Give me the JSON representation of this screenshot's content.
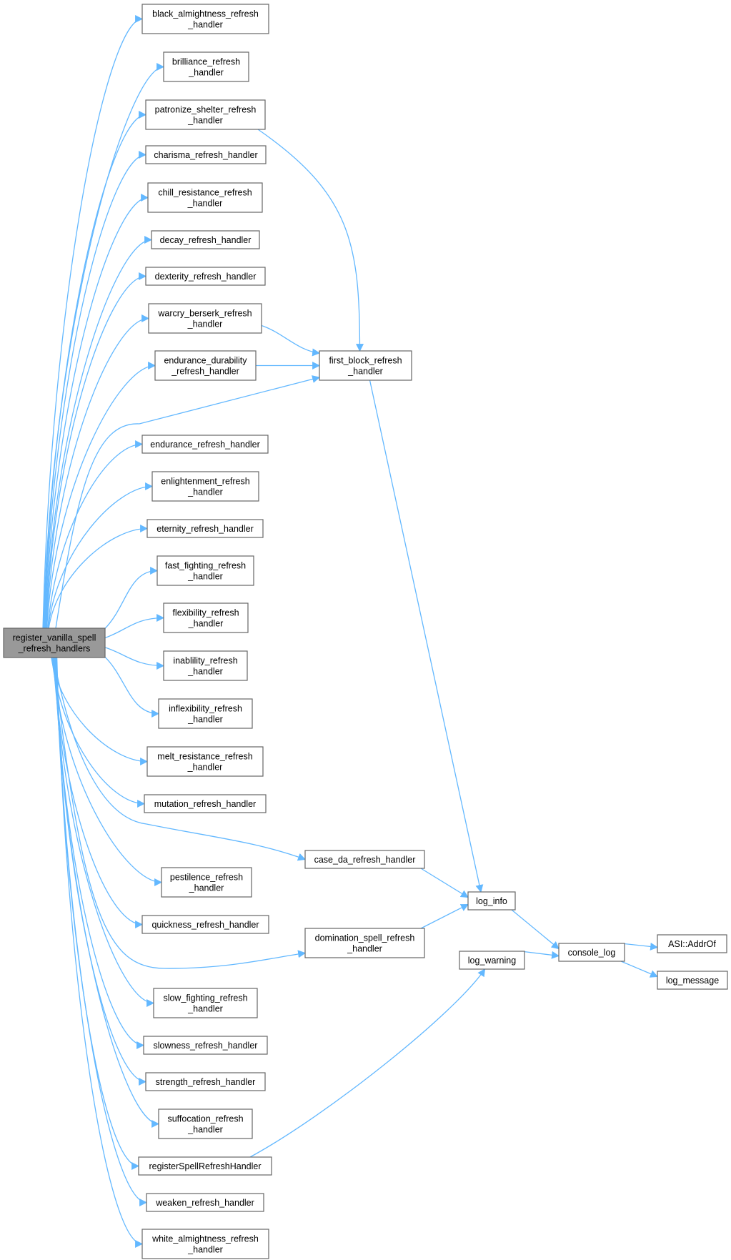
{
  "diagram": {
    "nodes": [
      {
        "id": "root",
        "lines": [
          "register_vanilla_spell",
          "_refresh_handlers"
        ]
      },
      {
        "id": "black",
        "lines": [
          "black_almightness_refresh",
          "_handler"
        ]
      },
      {
        "id": "brill",
        "lines": [
          "brilliance_refresh",
          "_handler"
        ]
      },
      {
        "id": "patron",
        "lines": [
          "patronize_shelter_refresh",
          "_handler"
        ]
      },
      {
        "id": "charisma",
        "lines": [
          "charisma_refresh_handler"
        ]
      },
      {
        "id": "chill",
        "lines": [
          "chill_resistance_refresh",
          "_handler"
        ]
      },
      {
        "id": "decay",
        "lines": [
          "decay_refresh_handler"
        ]
      },
      {
        "id": "dext",
        "lines": [
          "dexterity_refresh_handler"
        ]
      },
      {
        "id": "warcry",
        "lines": [
          "warcry_berserk_refresh",
          "_handler"
        ]
      },
      {
        "id": "endur_dur",
        "lines": [
          "endurance_durability",
          "_refresh_handler"
        ]
      },
      {
        "id": "first",
        "lines": [
          "first_block_refresh",
          "_handler"
        ]
      },
      {
        "id": "endur",
        "lines": [
          "endurance_refresh_handler"
        ]
      },
      {
        "id": "enlight",
        "lines": [
          "enlightenment_refresh",
          "_handler"
        ]
      },
      {
        "id": "eternity",
        "lines": [
          "eternity_refresh_handler"
        ]
      },
      {
        "id": "fastf",
        "lines": [
          "fast_fighting_refresh",
          "_handler"
        ]
      },
      {
        "id": "flex",
        "lines": [
          "flexibility_refresh",
          "_handler"
        ]
      },
      {
        "id": "inab",
        "lines": [
          "inablility_refresh",
          "_handler"
        ]
      },
      {
        "id": "inflex",
        "lines": [
          "inflexibility_refresh",
          "_handler"
        ]
      },
      {
        "id": "melt",
        "lines": [
          "melt_resistance_refresh",
          "_handler"
        ]
      },
      {
        "id": "mutation",
        "lines": [
          "mutation_refresh_handler"
        ]
      },
      {
        "id": "caseda",
        "lines": [
          "case_da_refresh_handler"
        ]
      },
      {
        "id": "pest",
        "lines": [
          "pestilence_refresh",
          "_handler"
        ]
      },
      {
        "id": "loginfo",
        "lines": [
          "log_info"
        ]
      },
      {
        "id": "quick",
        "lines": [
          "quickness_refresh_handler"
        ]
      },
      {
        "id": "domin",
        "lines": [
          "domination_spell_refresh",
          "_handler"
        ]
      },
      {
        "id": "console",
        "lines": [
          "console_log"
        ]
      },
      {
        "id": "asi",
        "lines": [
          "ASI::AddrOf"
        ]
      },
      {
        "id": "logwarn",
        "lines": [
          "log_warning"
        ]
      },
      {
        "id": "logmsg",
        "lines": [
          "log_message"
        ]
      },
      {
        "id": "slowf",
        "lines": [
          "slow_fighting_refresh",
          "_handler"
        ]
      },
      {
        "id": "slowness",
        "lines": [
          "slowness_refresh_handler"
        ]
      },
      {
        "id": "strength",
        "lines": [
          "strength_refresh_handler"
        ]
      },
      {
        "id": "suffoc",
        "lines": [
          "suffocation_refresh",
          "_handler"
        ]
      },
      {
        "id": "regspell",
        "lines": [
          "registerSpellRefreshHandler"
        ]
      },
      {
        "id": "weaken",
        "lines": [
          "weaken_refresh_handler"
        ]
      },
      {
        "id": "white",
        "lines": [
          "white_almightness_refresh",
          "_handler"
        ]
      }
    ],
    "edges": [
      [
        "root",
        "black"
      ],
      [
        "root",
        "brill"
      ],
      [
        "root",
        "patron"
      ],
      [
        "root",
        "charisma"
      ],
      [
        "root",
        "chill"
      ],
      [
        "root",
        "decay"
      ],
      [
        "root",
        "dext"
      ],
      [
        "root",
        "warcry"
      ],
      [
        "root",
        "endur_dur"
      ],
      [
        "root",
        "first"
      ],
      [
        "root",
        "endur"
      ],
      [
        "root",
        "enlight"
      ],
      [
        "root",
        "eternity"
      ],
      [
        "root",
        "fastf"
      ],
      [
        "root",
        "flex"
      ],
      [
        "root",
        "inab"
      ],
      [
        "root",
        "inflex"
      ],
      [
        "root",
        "melt"
      ],
      [
        "root",
        "mutation"
      ],
      [
        "root",
        "caseda"
      ],
      [
        "root",
        "pest"
      ],
      [
        "root",
        "quick"
      ],
      [
        "root",
        "domin"
      ],
      [
        "root",
        "slowf"
      ],
      [
        "root",
        "slowness"
      ],
      [
        "root",
        "strength"
      ],
      [
        "root",
        "suffoc"
      ],
      [
        "root",
        "regspell"
      ],
      [
        "root",
        "weaken"
      ],
      [
        "root",
        "white"
      ],
      [
        "patron",
        "first"
      ],
      [
        "warcry",
        "first"
      ],
      [
        "endur_dur",
        "first"
      ],
      [
        "first",
        "loginfo"
      ],
      [
        "caseda",
        "loginfo"
      ],
      [
        "domin",
        "loginfo"
      ],
      [
        "loginfo",
        "console"
      ],
      [
        "logwarn",
        "console"
      ],
      [
        "console",
        "asi"
      ],
      [
        "console",
        "logmsg"
      ],
      [
        "regspell",
        "logwarn"
      ]
    ]
  }
}
